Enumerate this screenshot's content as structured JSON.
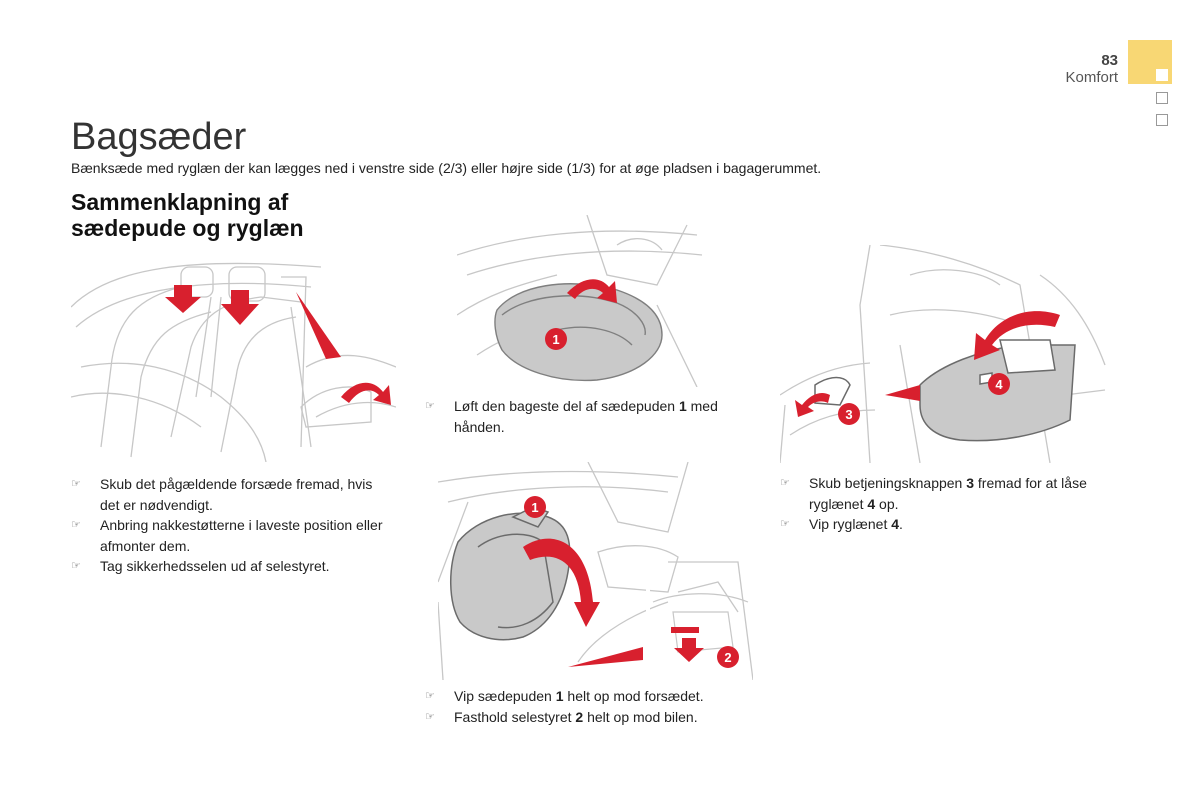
{
  "header": {
    "page_number": "83",
    "section": "Komfort",
    "accent_color": "#f8d774"
  },
  "title": "Bagsæder",
  "intro": "Bænksæde med ryglæn der kan lægges ned i venstre side (2/3) eller højre side (1/3) for at øge pladsen i bagagerummet.",
  "subheading": {
    "line1": "Sammenklapning af",
    "line2": "sædepude og ryglæn"
  },
  "bullet_icon": "finger-pointing-icon",
  "callout_color": "#d8202e",
  "figures": {
    "fig1": {
      "icon": "rear-seat-headrests-lowered-illustration"
    },
    "fig2": {
      "icon": "seat-cushion-lifted-illustration",
      "marker1": "1"
    },
    "fig3": {
      "icon": "seat-cushion-tipped-forward-illustration",
      "marker1": "1",
      "marker2": "2"
    },
    "fig4": {
      "icon": "backrest-folded-down-illustration",
      "marker3": "3",
      "marker4": "4"
    }
  },
  "steps_left": [
    {
      "text": "Skub det pågældende forsæde fremad, hvis det er nødvendigt."
    },
    {
      "text": "Anbring nakkestøtterne i laveste position eller afmonter dem."
    },
    {
      "text": "Tag sikkerhedsselen ud af selestyret."
    }
  ],
  "steps_mid1": [
    {
      "pre": "Løft den bageste del af sædepuden ",
      "bold": "1",
      "post": " med hånden."
    }
  ],
  "steps_mid2": [
    {
      "pre": "Vip sædepuden ",
      "bold": "1",
      "post": " helt op mod forsædet."
    },
    {
      "pre": "Fasthold selestyret ",
      "bold": "2",
      "post": " helt op mod bilen."
    }
  ],
  "steps_right": [
    {
      "pre": "Skub betjeningsknappen ",
      "bold": "3",
      "post": " fremad for at låse ryglænet ",
      "bold2": "4",
      "post2": " op."
    },
    {
      "pre": "Vip ryglænet ",
      "bold": "4",
      "post": "."
    }
  ]
}
